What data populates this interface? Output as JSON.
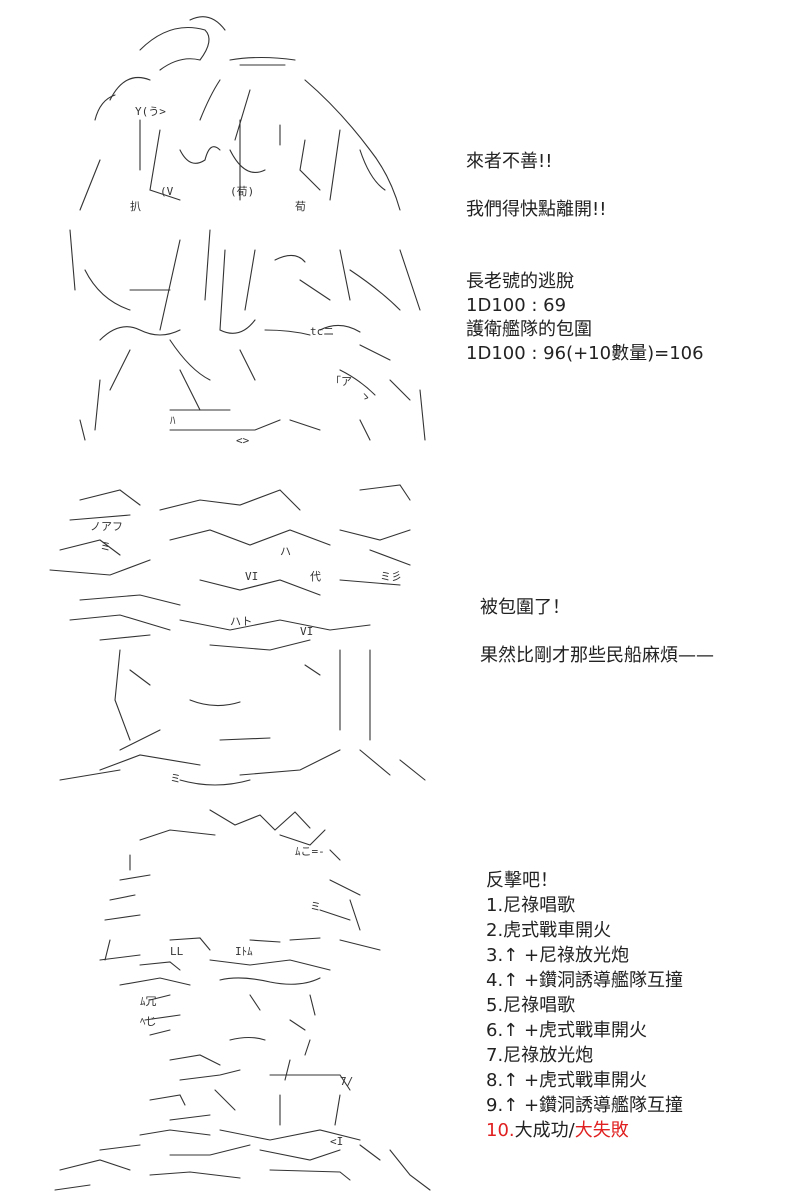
{
  "panels": [
    {
      "lines": [
        "來者不善!!",
        "",
        "我們得快點離開!!",
        "",
        "",
        "長老號的逃脫",
        "1D100 : 69",
        "護衛艦隊的包圍",
        "1D100 : 96(+10數量)=106"
      ]
    },
    {
      "lines": [
        "被包圍了！",
        "",
        "果然比剛才那些民船麻煩——"
      ]
    },
    {
      "lines": [
        "反擊吧！",
        "1.尼祿唱歌",
        "2.虎式戰車開火",
        "3.↑ +尼祿放光炮",
        "4.↑ +鑽洞誘導艦隊互撞",
        "5.尼祿唱歌",
        "6.↑ +虎式戰車開火",
        "7.尼祿放光炮",
        "8.↑ +虎式戰車開火",
        "9.↑ +鑽洞誘導艦隊互撞"
      ],
      "final_line": {
        "number": "10.",
        "part1": "大成功",
        "sep": "/",
        "part2": "大失敗"
      }
    }
  ],
  "colors": {
    "text": "#222222",
    "highlight": "#e02020",
    "art": "#333333"
  },
  "art_labels": {
    "p1": [
      "Y(う>",
      "(V",
      "(荀)",
      "荀",
      "扒",
      "tcニ",
      "「ア",
      "ゝ",
      "<>",
      "ﾊ"
    ],
    "p2": [
      "ノアフ",
      "ミ彡",
      "VI",
      "代",
      "ハト",
      "VI",
      "ミ",
      "ハ",
      "ミ"
    ],
    "p3": [
      "ﾑこ=-",
      "ミ",
      "LL",
      "Iﾄﾑ",
      "ﾑ冗",
      "ﾍじ",
      "7/",
      "<I"
    ]
  }
}
